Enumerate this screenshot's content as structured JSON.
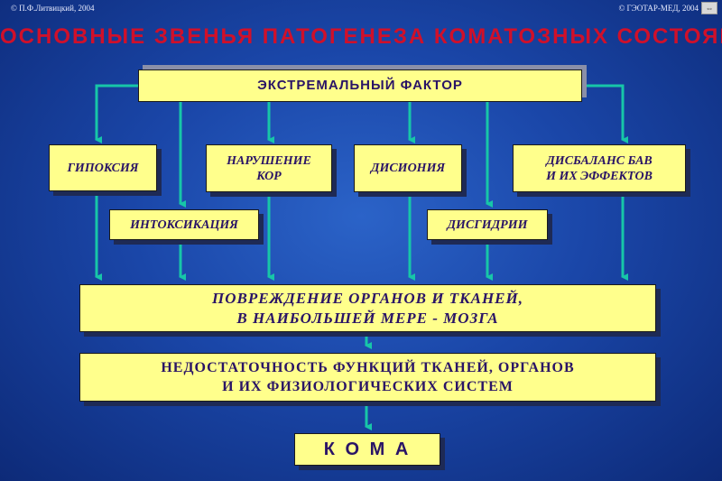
{
  "copyright": {
    "left": "© П.Ф.Литвицкий, 2004",
    "right": "© ГЭОТАР-МЕД, 2004"
  },
  "nav_icon": "arrow-nav-icon",
  "title": "ОСНОВНЫЕ ЗВЕНЬЯ ПАТОГЕНЕЗА КОМАТОЗНЫХ СОСТОЯНИЙ",
  "colors": {
    "background": "#1a46a8",
    "box_fill": "#ffff8c",
    "arrow": "#17c6a8",
    "title": "#d0102a",
    "box_text": "#2a1466"
  },
  "boxes": {
    "extreme_factor": "ЭКСТРЕМАЛЬНЫЙ ФАКТОР",
    "hypoxia": "ГИПОКСИЯ",
    "kor_disorder_line1": "НАРУШЕНИЕ",
    "kor_disorder_line2": "КОР",
    "disionia": "ДИСИОНИЯ",
    "bav_imbalance_line1": "ДИСБАЛАНС БАВ",
    "bav_imbalance_line2": "И ИХ ЭФФЕКТОВ",
    "intoxication": "ИНТОКСИКАЦИЯ",
    "dishydria": "ДИСГИДРИИ",
    "damage_line1": "ПОВРЕЖДЕНИЕ ОРГАНОВ И ТКАНЕЙ,",
    "damage_line2": "В НАИБОЛЬШЕЙ МЕРЕ - МОЗГА",
    "insufficiency_line1": "НЕДОСТАТОЧНОСТЬ ФУНКЦИЙ ТКАНЕЙ, ОРГАНОВ",
    "insufficiency_line2": "И ИХ ФИЗИОЛОГИЧЕСКИХ СИСТЕМ",
    "coma": "К О М А"
  }
}
